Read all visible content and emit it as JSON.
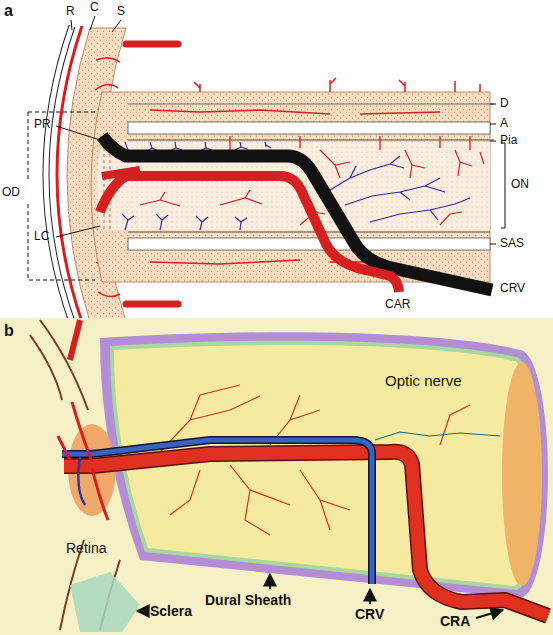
{
  "diagram": {
    "labels": [
      "a",
      "R",
      "C",
      "S",
      "D",
      "A",
      "Pia",
      "PR",
      "OD",
      "ON",
      "LC",
      "SAS",
      "CRV",
      "CAR",
      "b",
      "Optic nerve",
      "Retina",
      "Dural Sheath",
      "CRV",
      "CRA",
      "Sclera"
    ]
  }
}
